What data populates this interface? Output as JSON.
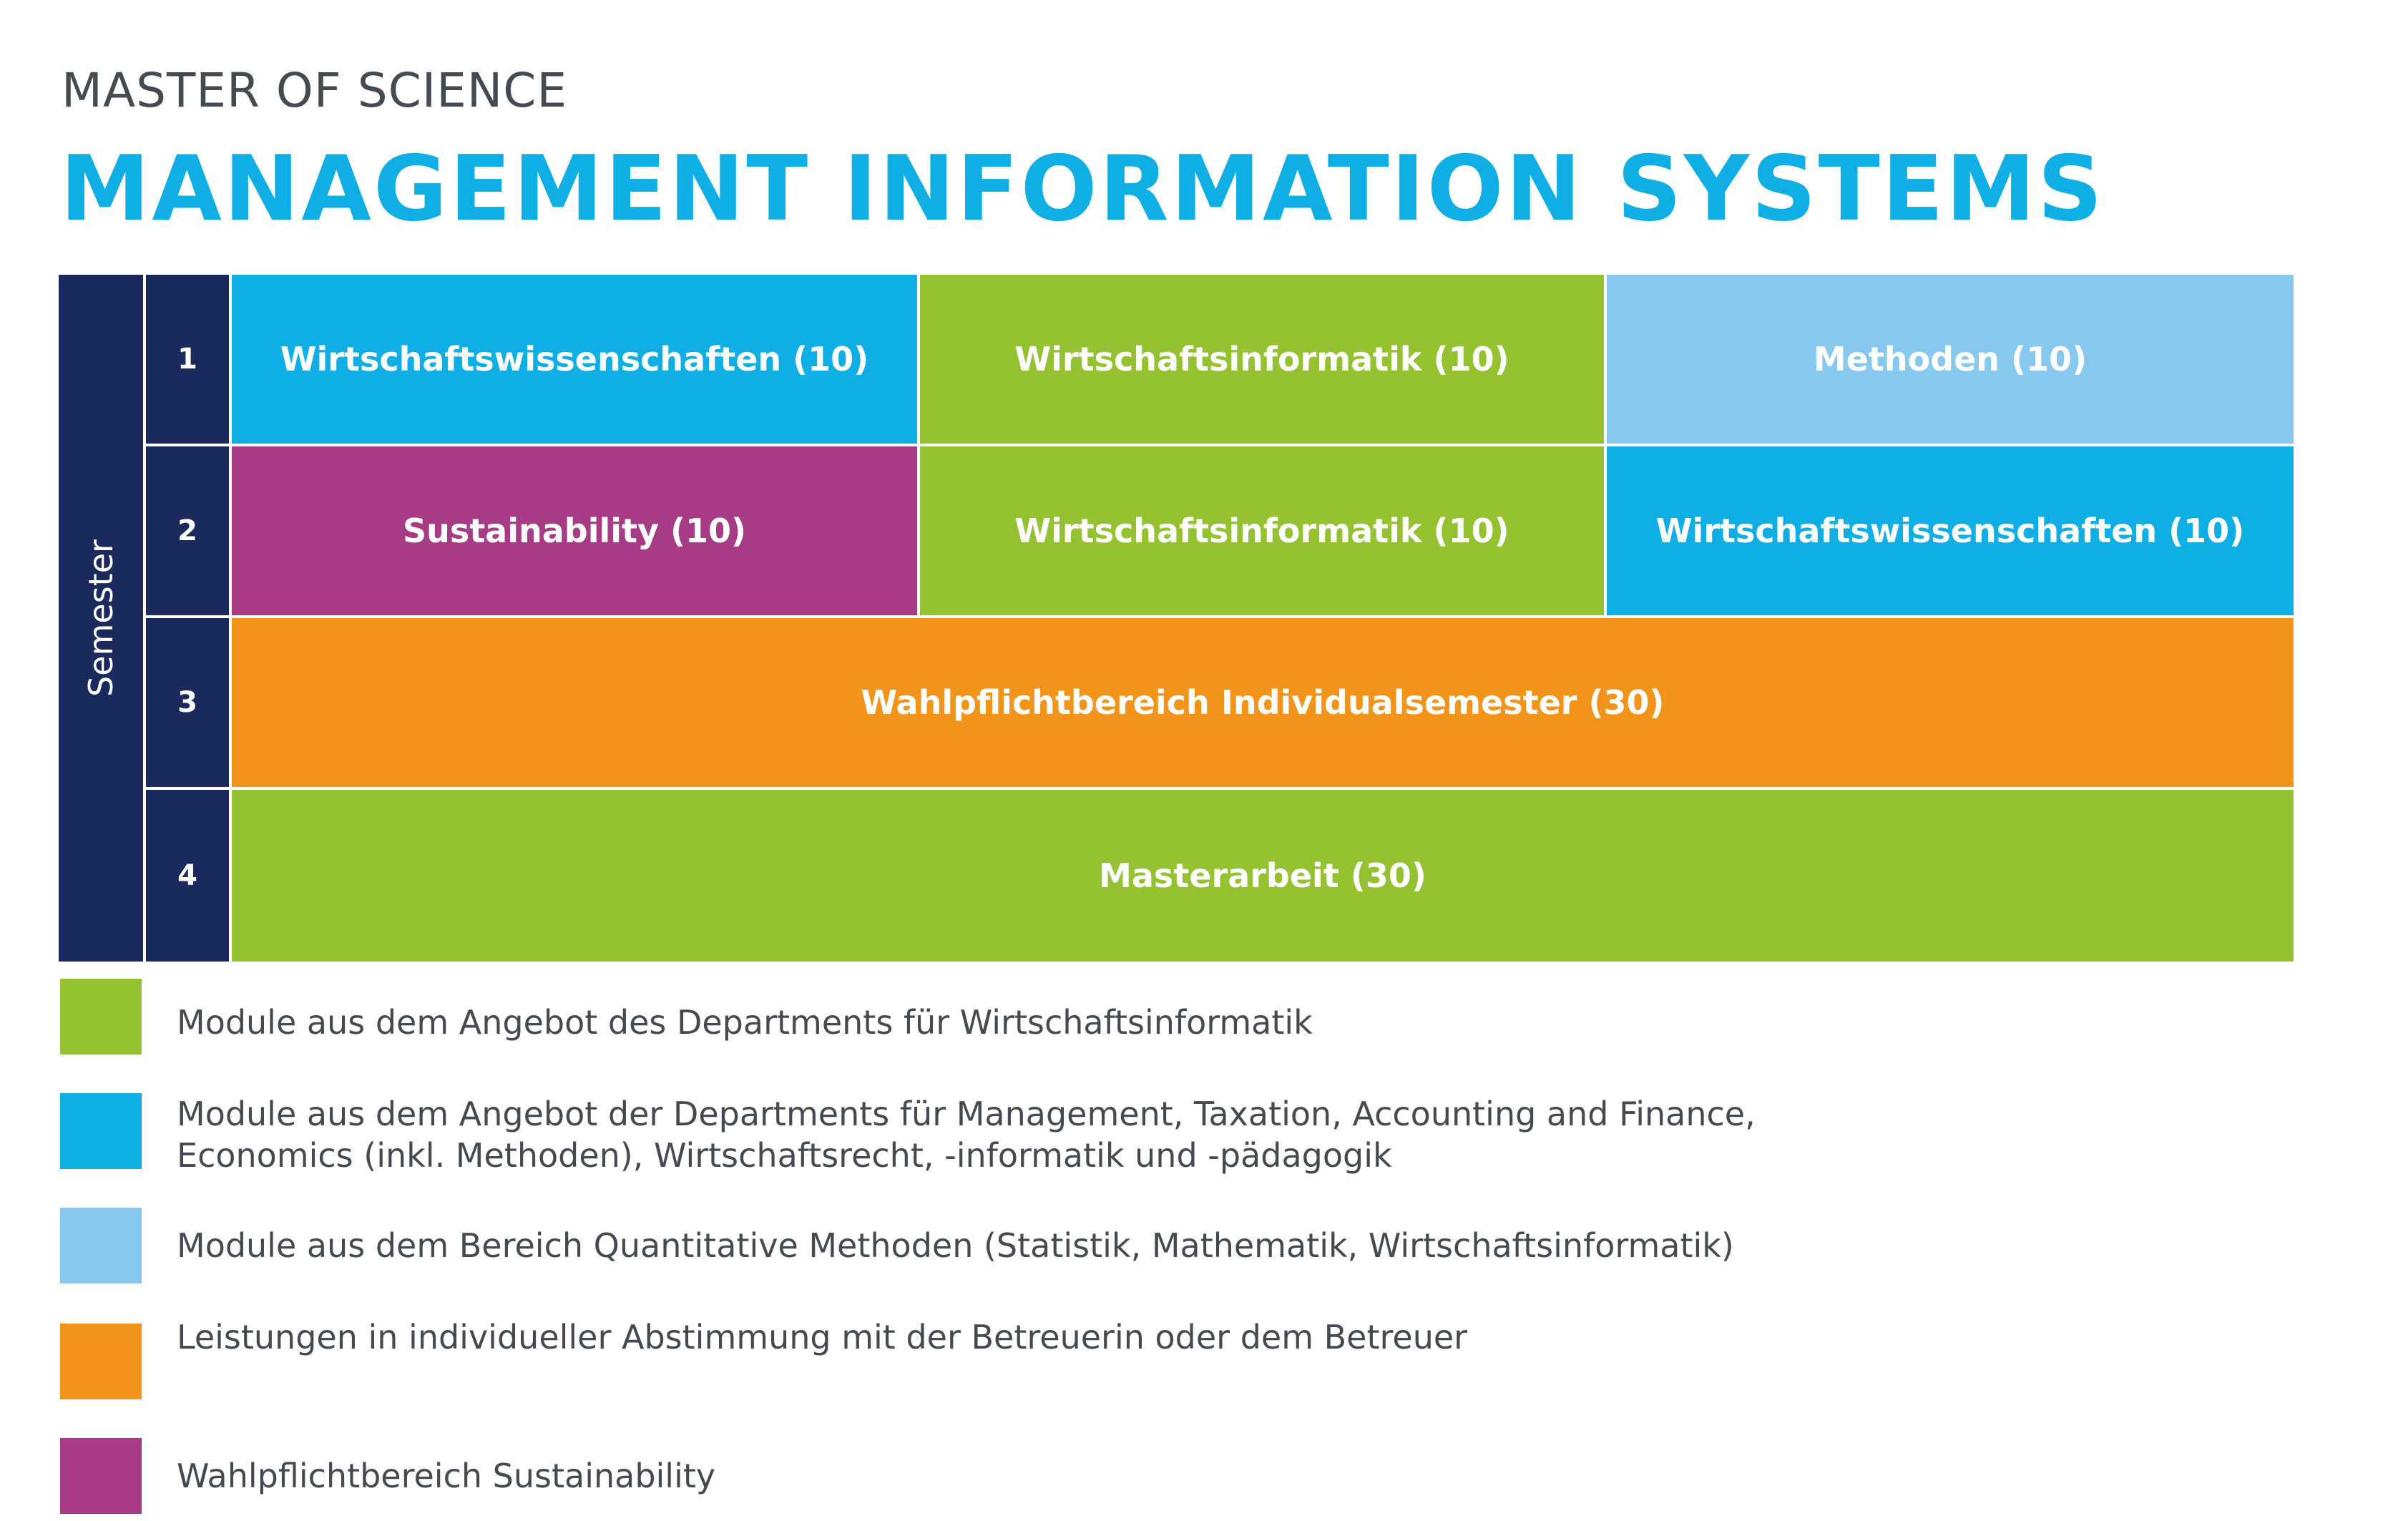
{
  "header": {
    "subtitle": "MASTER OF SCIENCE",
    "title": "MANAGEMENT INFORMATION SYSTEMS"
  },
  "colors": {
    "navy": "#1b2a5c",
    "blue": "#0fafe6",
    "light_blue": "#87c8ef",
    "green": "#95c231",
    "orange": "#f29419",
    "purple": "#a73b86"
  },
  "grid": {
    "semester_label": "Semester",
    "semesters": [
      {
        "number": "1",
        "modules": [
          {
            "label": "Wirtschaftswissenschaften (10)",
            "color": "blue"
          },
          {
            "label": "Wirtschaftsinformatik (10)",
            "color": "green"
          },
          {
            "label": "Methoden (10)",
            "color": "light_blue"
          }
        ]
      },
      {
        "number": "2",
        "modules": [
          {
            "label": "Sustainability (10)",
            "color": "purple"
          },
          {
            "label": "Wirtschaftsinformatik (10)",
            "color": "green"
          },
          {
            "label": "Wirtschaftswissenschaften (10)",
            "color": "blue"
          }
        ]
      },
      {
        "number": "3",
        "modules": [
          {
            "label": "Wahlpflichtbereich Individualsemester (30)",
            "color": "orange"
          }
        ]
      },
      {
        "number": "4",
        "modules": [
          {
            "label": "Masterarbeit (30)",
            "color": "green"
          }
        ]
      }
    ]
  },
  "legend": [
    {
      "color": "green",
      "line1": "Module aus dem Angebot des Departments für Wirtschaftsinformatik",
      "line2": ""
    },
    {
      "color": "blue",
      "line1": "Module aus dem Angebot der Departments für Management, Taxation, Accounting and Finance,",
      "line2": "Economics (inkl. Methoden), Wirtschaftsrecht, -informatik und -pädagogik"
    },
    {
      "color": "light_blue",
      "line1": "Module aus dem Bereich Quantitative Methoden (Statistik, Mathematik, Wirtschaftsinformatik)",
      "line2": ""
    },
    {
      "color": "orange",
      "line1": "Leistungen in individueller Abstimmung mit der Betreuerin oder dem Betreuer",
      "line2": ""
    },
    {
      "color": "purple",
      "line1": "Wahlpflichtbereich Sustainability",
      "line2": ""
    }
  ]
}
